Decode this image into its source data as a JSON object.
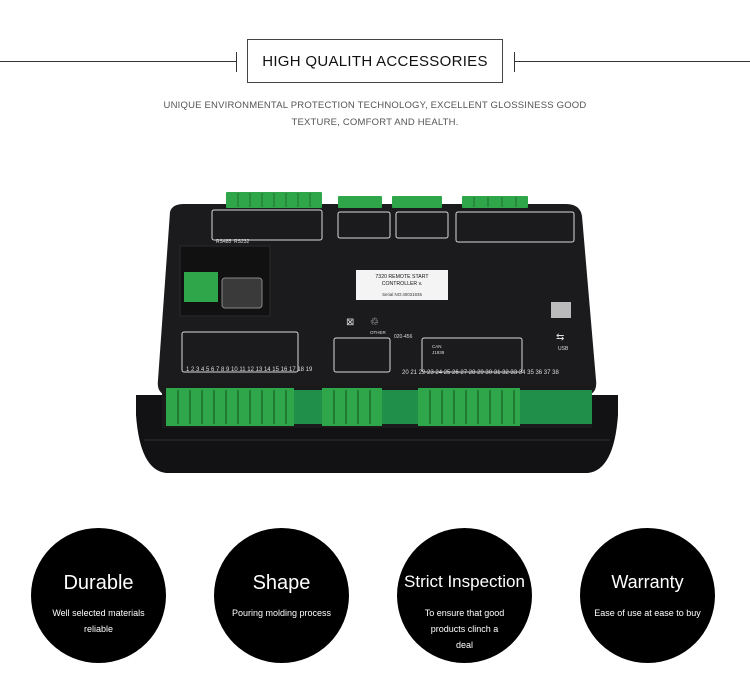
{
  "header": {
    "title": "HIGH QUALITH ACCESSORIES",
    "subtitle_line1": "UNIQUE ENVIRONMENTAL PROTECTION TECHNOLOGY, EXCELLENT GLOSSINESS GOOD",
    "subtitle_line2": "TEXTURE, COMFORT AND HEALTH."
  },
  "product": {
    "label_line1": "7320 REMOTE START",
    "label_line2": "CONTROLLER v.",
    "serial": "Serial NO:40031935",
    "code": "020-456",
    "other": "OTHER",
    "rs485": "RS485",
    "rs232": "RS232",
    "usb": "USB",
    "can": "CAN",
    "j1939": "J1939",
    "colors": {
      "body": "#1b1b1d",
      "terminal": "#2fa64a",
      "pcb": "#1f8f4a"
    }
  },
  "features": [
    {
      "title": "Durable",
      "desc": "Well selected materials reliable"
    },
    {
      "title": "Shape",
      "desc": "Pouring molding process"
    },
    {
      "title": "Strict Inspection",
      "desc": "To ensure that good products clinch a deal"
    },
    {
      "title": "Warranty",
      "desc": "Ease of use at ease to buy"
    }
  ]
}
